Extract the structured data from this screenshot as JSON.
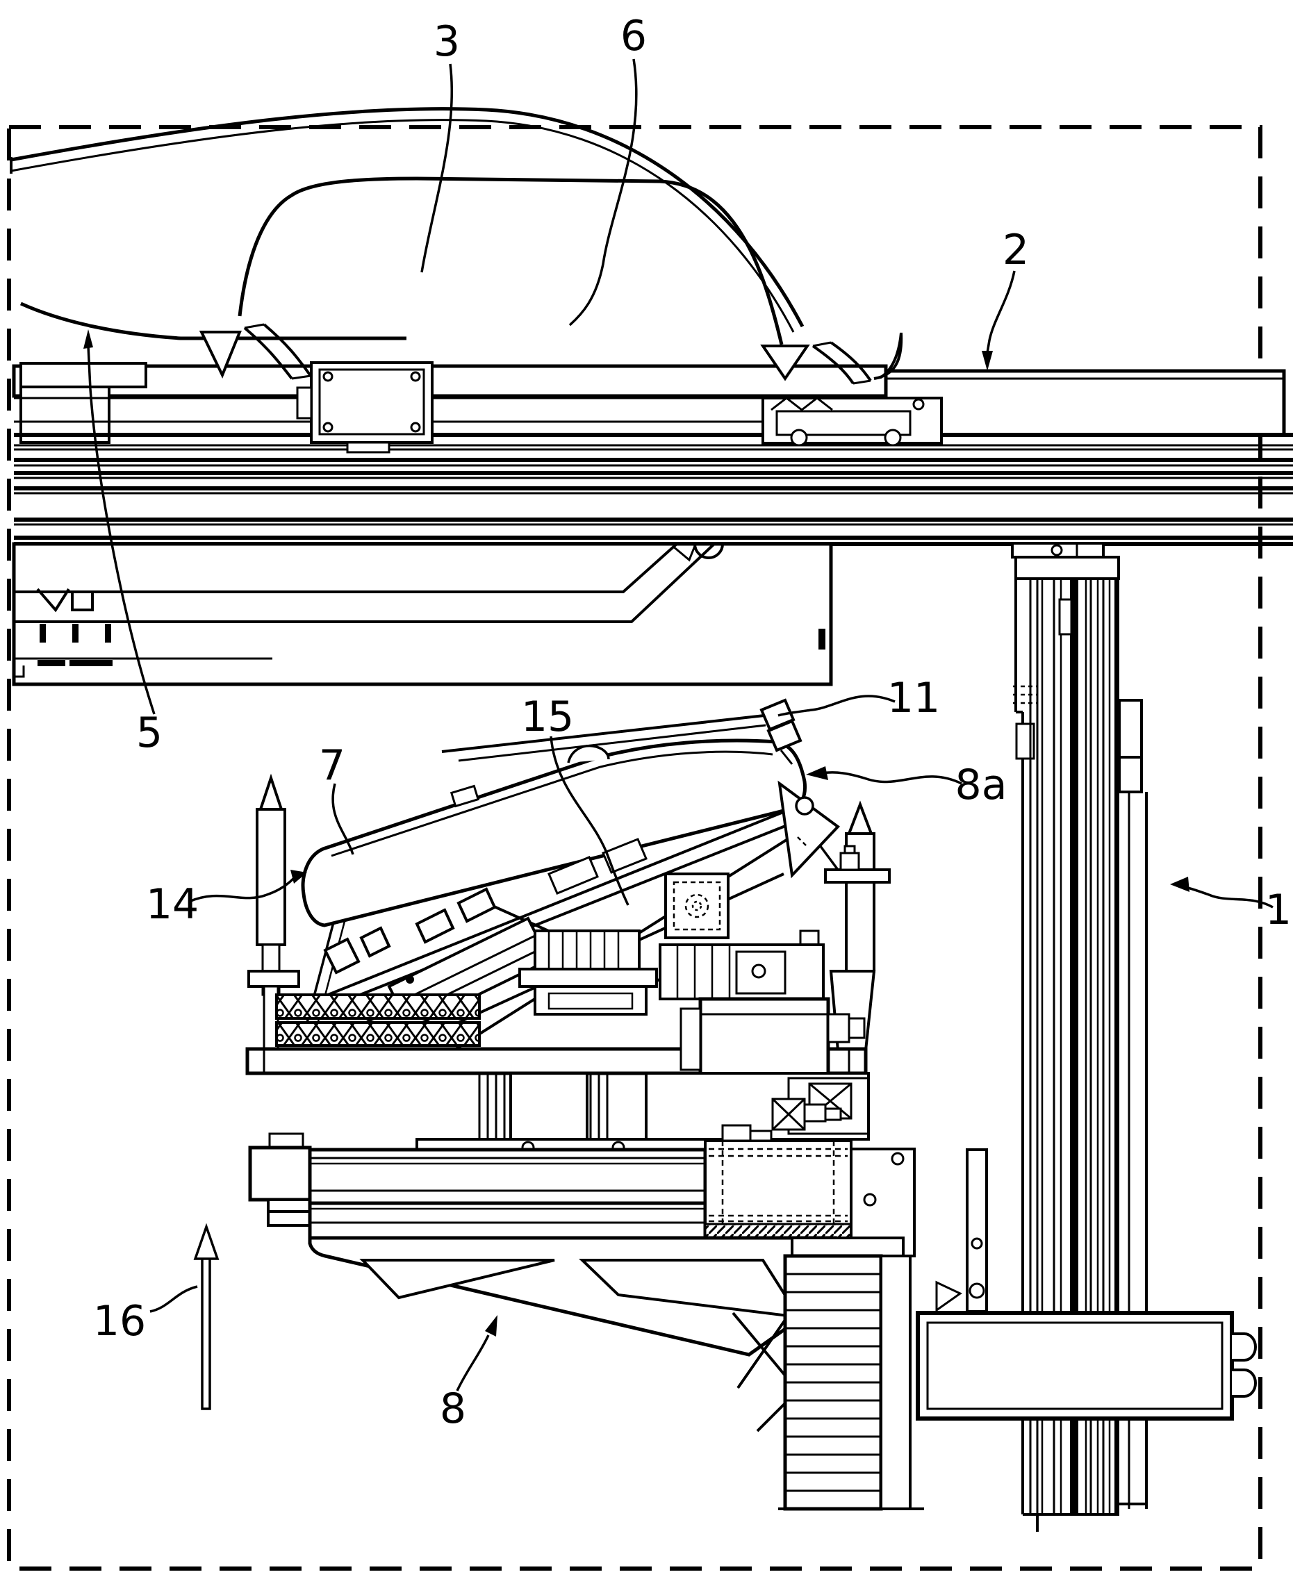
{
  "figure": {
    "kind": "patent-technical-line-drawing",
    "description": "Side view of a machine station: shoe on overhead conveyor rail above, tilted shoe-last on a pivoting support inside a dashed machine boundary, vertical guide mast at right, linear actuator and gusset bracket at bottom",
    "colors": {
      "line": "#000000",
      "background": "#ffffff"
    },
    "reference_labels": {
      "r1": "1",
      "r2": "2",
      "r3": "3",
      "r5": "5",
      "r6": "6",
      "r7": "7",
      "r8": "8",
      "r8a": "8a",
      "r11": "11",
      "r14": "14",
      "r15": "15",
      "r16": "16"
    }
  }
}
